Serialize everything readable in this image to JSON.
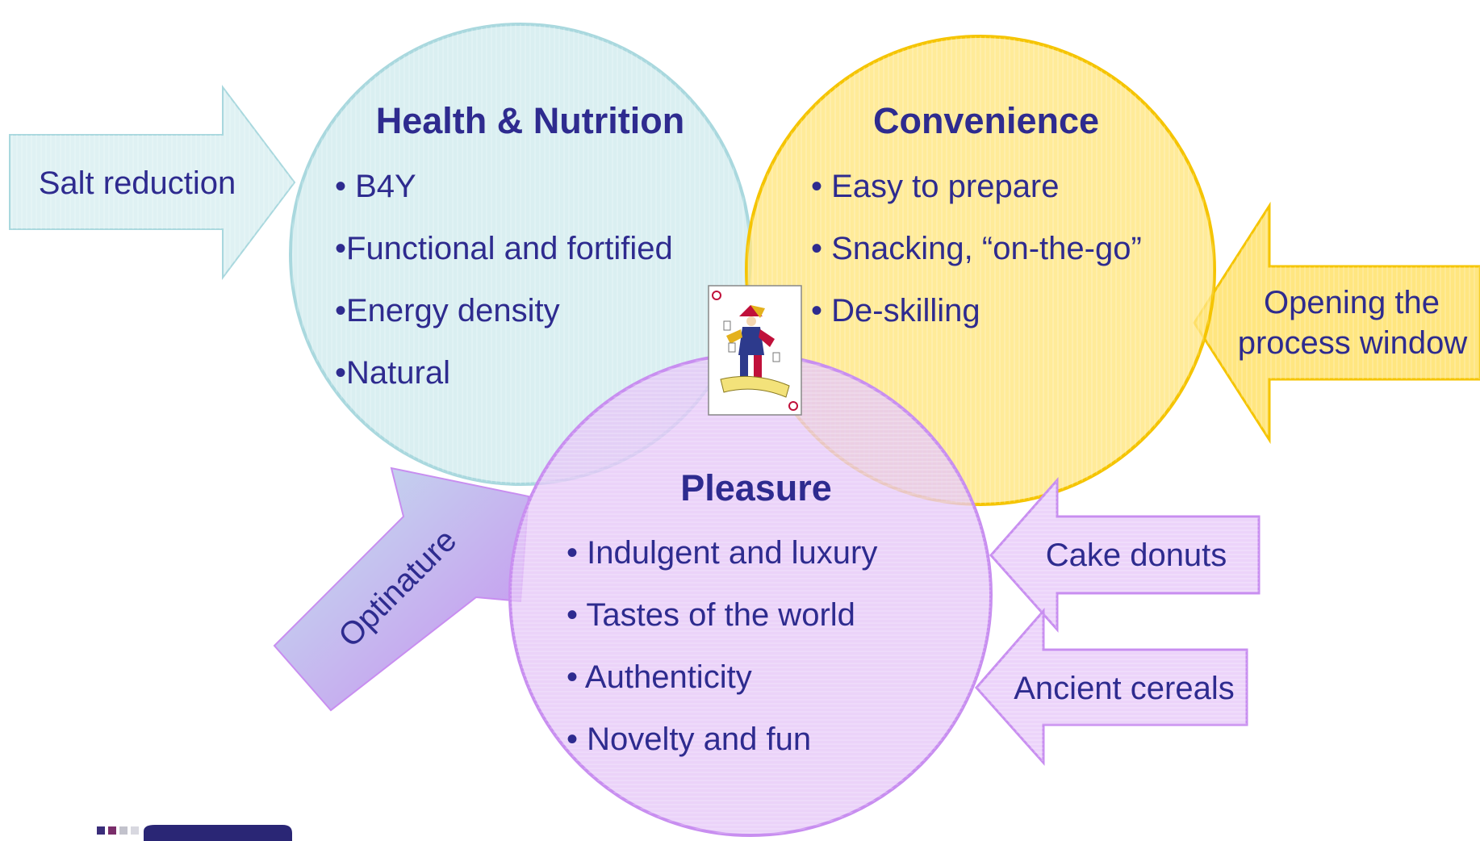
{
  "circles": {
    "health": {
      "title": "Health & Nutrition",
      "items": [
        "• B4Y",
        "•Functional and fortified",
        "•Energy density",
        "•Natural"
      ],
      "fill": "#d7eef0",
      "stroke": "#a9d8de"
    },
    "convenience": {
      "title": "Convenience",
      "items": [
        "• Easy to prepare",
        "• Snacking, “on-the-go”",
        "• De-skilling"
      ],
      "fill": "#ffe680",
      "stroke": "#f5c400"
    },
    "pleasure": {
      "title": "Pleasure",
      "items": [
        "• Indulgent and luxury",
        "• Tastes of the world",
        "• Authenticity",
        "• Novelty and fun"
      ],
      "fill": "#e6c6f7",
      "stroke": "#c88ef0"
    }
  },
  "arrows": {
    "salt": {
      "label": "Salt reduction",
      "fill": "#dff1f3",
      "stroke": "#a9d8de"
    },
    "process": {
      "label_line1": "Opening the",
      "label_line2": "process window",
      "fill": "#ffe680",
      "stroke": "#f5c400"
    },
    "optinature": {
      "label": "Optinature"
    },
    "cake": {
      "label": "Cake donuts",
      "fill": "#ecd4fa",
      "stroke": "#c88ef0"
    },
    "cereals": {
      "label": "Ancient cereals",
      "fill": "#ecd4fa",
      "stroke": "#c88ef0"
    }
  },
  "colors": {
    "text": "#2e2b8f",
    "optinature_start": "#c3e4ee",
    "optinature_end": "#c88ef0"
  },
  "icons": {
    "joker": "joker-card-icon",
    "logo": "logo-icon"
  }
}
